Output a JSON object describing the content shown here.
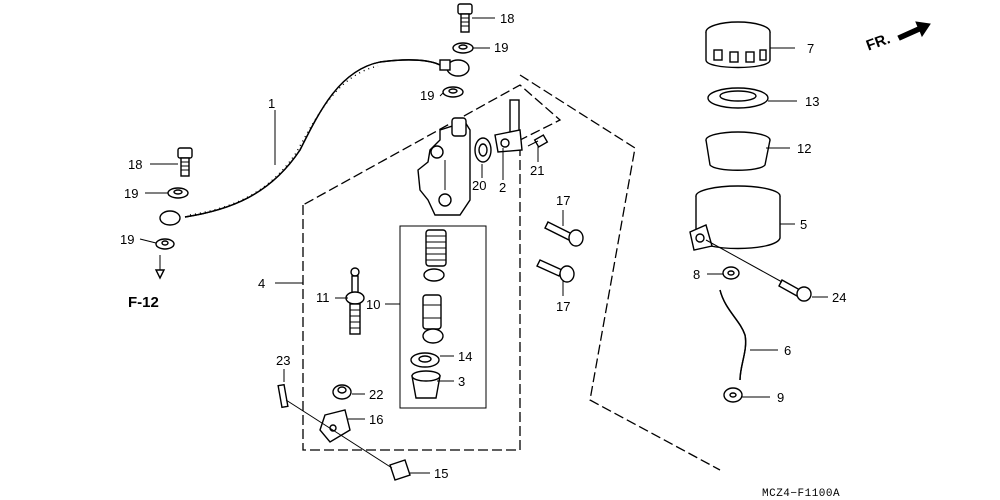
{
  "diagram": {
    "ref_label": "F-12",
    "front_label": "FR.",
    "drawing_code": "MCZ4−F1100A",
    "callouts": [
      {
        "id": "c1",
        "text": "1"
      },
      {
        "id": "c18a",
        "text": "18"
      },
      {
        "id": "c19a",
        "text": "19"
      },
      {
        "id": "c19b",
        "text": "19"
      },
      {
        "id": "c18b",
        "text": "18"
      },
      {
        "id": "c19c",
        "text": "19"
      },
      {
        "id": "c19d",
        "text": "19"
      },
      {
        "id": "c20",
        "text": "20"
      },
      {
        "id": "c2",
        "text": "2"
      },
      {
        "id": "c21",
        "text": "21"
      },
      {
        "id": "c17a",
        "text": "17"
      },
      {
        "id": "c17b",
        "text": "17"
      },
      {
        "id": "c4",
        "text": "4"
      },
      {
        "id": "c11",
        "text": "11"
      },
      {
        "id": "c10",
        "text": "10"
      },
      {
        "id": "c14",
        "text": "14"
      },
      {
        "id": "c3",
        "text": "3"
      },
      {
        "id": "c22",
        "text": "22"
      },
      {
        "id": "c23",
        "text": "23"
      },
      {
        "id": "c16",
        "text": "16"
      },
      {
        "id": "c15",
        "text": "15"
      },
      {
        "id": "c7",
        "text": "7"
      },
      {
        "id": "c13",
        "text": "13"
      },
      {
        "id": "c12",
        "text": "12"
      },
      {
        "id": "c5",
        "text": "5"
      },
      {
        "id": "c8",
        "text": "8"
      },
      {
        "id": "c24",
        "text": "24"
      },
      {
        "id": "c6",
        "text": "6"
      },
      {
        "id": "c9",
        "text": "9"
      }
    ]
  }
}
